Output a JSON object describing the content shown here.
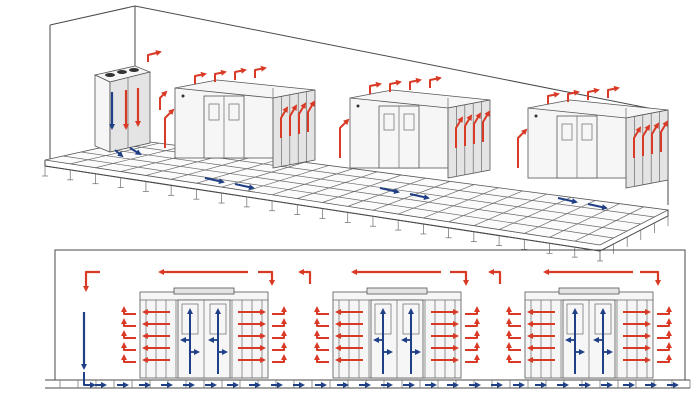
{
  "colors": {
    "hot_air": "#d93a25",
    "cold_air": "#1f3f86",
    "outline": "#4a4a4a",
    "panel_fill": "#f6f6f6",
    "rack_fill": "#e4e4e4"
  },
  "icons": {
    "hot_air_flow": "red-arrow-icon",
    "cold_air_flow": "blue-arrow-icon"
  },
  "views": {
    "top": {
      "kind": "isometric",
      "containment_units": 3,
      "cooling_units": 1
    },
    "bottom": {
      "kind": "elevation",
      "containment_units": 3,
      "cooling_units": 1
    }
  }
}
